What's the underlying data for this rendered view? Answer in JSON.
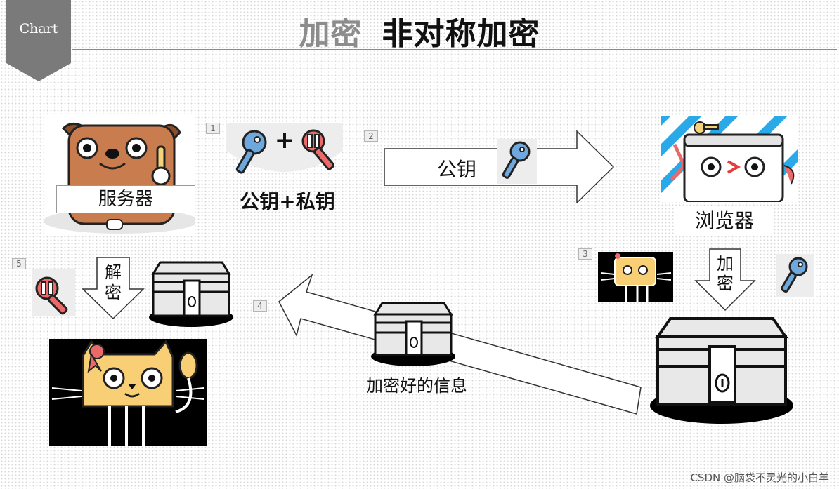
{
  "tag": {
    "label": "Chart"
  },
  "title": {
    "part1": "加密",
    "part2": "非对称加密"
  },
  "server": {
    "label": "服务器"
  },
  "keys_caption": "公钥+私钥",
  "plus_sign": "+",
  "transfer_label": "公钥",
  "browser": {
    "label": "浏览器"
  },
  "encrypt_label": {
    "line1": "加",
    "line2": "密"
  },
  "decrypt_label": {
    "line1": "解",
    "line2": "密"
  },
  "message_label": "加密好的信息",
  "steps": [
    "1",
    "2",
    "3",
    "4",
    "5"
  ],
  "footer": "CSDN @脑袋不灵光的小白羊",
  "colors": {
    "public_key": "#6fa8dc",
    "private_key": "#ea6a6a",
    "tag": "#7a7a7a",
    "cat": "#f9cf76",
    "dog": "#c97c4e"
  }
}
